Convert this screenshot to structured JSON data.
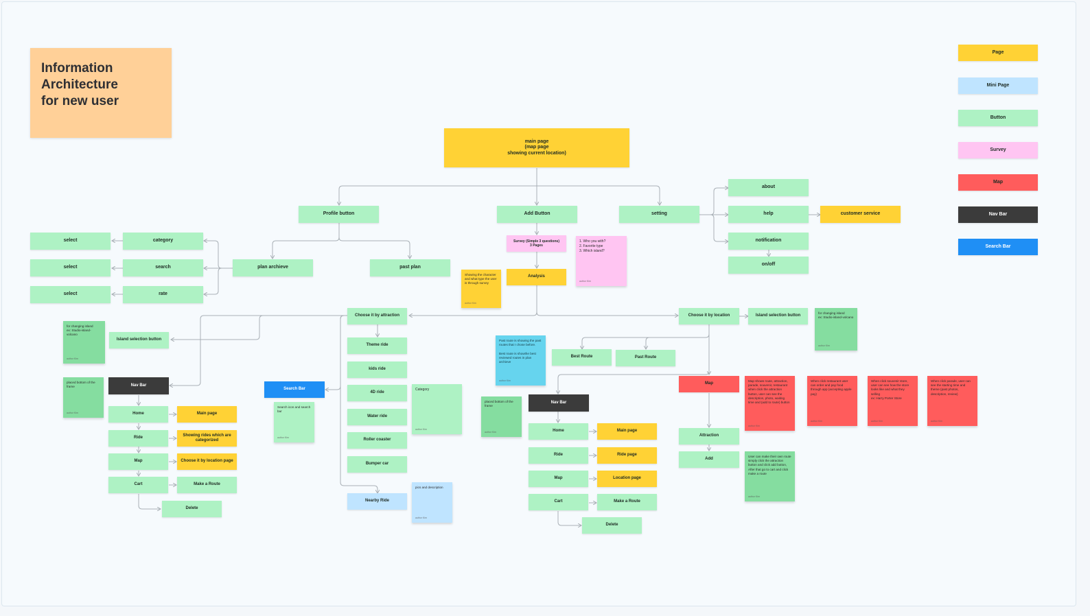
{
  "title": {
    "lines": [
      "Information",
      "Architecture",
      "for new user"
    ]
  },
  "legend": {
    "page": "Page",
    "mini_page": "Mini Page",
    "button": "Button",
    "survey": "Survey",
    "map": "Map",
    "nav_bar": "Nav Bar",
    "search_bar": "Search Bar"
  },
  "colors": {
    "page": "#ffd235",
    "mini_page": "#bfe4ff",
    "button": "#aef2c4",
    "survey": "#ffc5f2",
    "map": "#ff5c5c",
    "nav_bar": "#3b3b3b",
    "search_bar": "#1f8ff5",
    "title_card": "#ffd098"
  },
  "top": {
    "main_page": "main page\n(map page\nshowing current location)",
    "profile_button": "Profile button",
    "add_button": "Add Button",
    "setting": "setting",
    "about": "about",
    "help": "help",
    "customer_service": "customer service",
    "notification": "notification",
    "on_off": "on/off"
  },
  "profile": {
    "plan_archive": "plan archieve",
    "past_plan": "past plan",
    "category": "category",
    "search": "search",
    "rate": "rate",
    "select": "select"
  },
  "add": {
    "survey": "Survey (Simple 3 questions)\n3 Pages",
    "survey_questions": "1. Who you with?\n2. Favorite type\n3. Which island?",
    "analysis": "Analysis",
    "analysis_note": "Showing the character and what type the user is through survey"
  },
  "by_attraction": {
    "label": "Choose it by attraction",
    "island_button": "Island selection button",
    "island_note": "for changing island\nex: Studio-island-volcano",
    "nav_note": "placed bottom of the frame",
    "nav_bar": "Nav Bar",
    "nav_items": [
      "Home",
      "Ride",
      "Map",
      "Cart"
    ],
    "nav_targets": [
      "Main page",
      "Showing rides which are categorized",
      "Choose it by location page",
      "Make a Route"
    ],
    "delete": "Delete",
    "search_bar": "Search Bar",
    "search_note": "Search icon and search bar",
    "ride_types": [
      "Theme ride",
      "kids ride",
      "4D ride",
      "Water ride",
      "Roller coaster",
      "Bumper car"
    ],
    "category_note": "Category",
    "nearby_ride": "Nearby Ride",
    "nearby_note": "pics and description"
  },
  "by_location": {
    "label": "Choose it by location",
    "island_button": "Island selection button",
    "island_note": "for changing island\nex: Studio-island-volcano",
    "route_note": "Past route is showing the past routes that I chose before.\n\nBest route is showthe best reviewed routes in plan archieve",
    "best_route": "Best Route",
    "past_route": "Past Route",
    "nav_note": "placed bottom of the frame",
    "nav_bar": "Nav Bar",
    "nav_items": [
      "Home",
      "Ride",
      "Map",
      "Cart"
    ],
    "nav_targets": [
      "Main page",
      "Ride page",
      "Location page",
      "Make a Route"
    ],
    "delete": "Delete",
    "map": "Map",
    "map_notes": [
      "Map shows route, attraction, parade, souvenir, restaurant when click the attraction button, user can see the description, photo, waiting time and (add to route) button",
      "When click restaurant user can order and pay food through app (accepting apple pay)",
      "When click souvenir store, user can see how the store looks like and what they selling\nex: Harry Porter Store",
      "When click parade, user can see the starting time and theme (past photos, description, review)"
    ],
    "attraction": "Attraction",
    "add": "Add",
    "add_note": "User can make their own route simply click the attraction button and click add button, After that go to cart and click make a route"
  },
  "sticky_author": "author Kim"
}
